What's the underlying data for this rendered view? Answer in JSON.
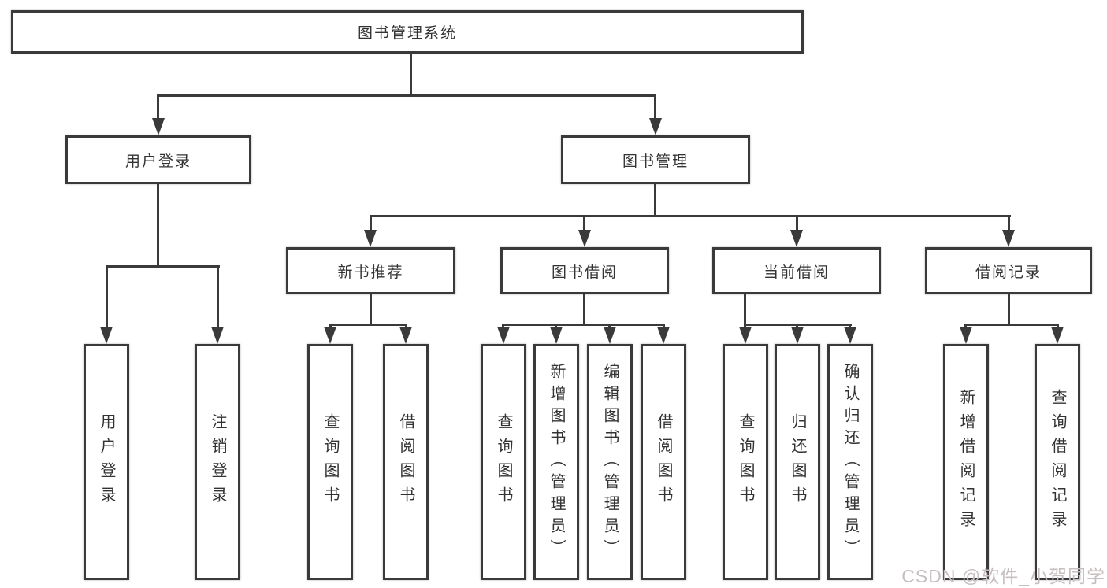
{
  "diagram": {
    "title": "图书管理系统",
    "root": {
      "label": "图书管理系统"
    },
    "level2": [
      {
        "label": "用户登录"
      },
      {
        "label": "图书管理"
      }
    ],
    "level3": [
      {
        "label": "新书推荐"
      },
      {
        "label": "图书借阅"
      },
      {
        "label": "当前借阅"
      },
      {
        "label": "借阅记录"
      }
    ],
    "leaves": {
      "user_login": [
        "用户登录",
        "注销登录"
      ],
      "new_book": [
        "查询图书",
        "借阅图书"
      ],
      "book_borrow": [
        "查询图书",
        "新增图书（管理员）",
        "编辑图书（管理员）",
        "借阅图书"
      ],
      "current_borrow": [
        "查询图书",
        "归还图书",
        "确认归还（管理员）"
      ],
      "borrow_record": [
        "新增借阅记录",
        "查询借阅记录"
      ]
    }
  },
  "watermark": {
    "text": "CSDN @软件_小贺同学",
    "color": "#c7bfbf"
  },
  "colors": {
    "line": "#3a3a3a",
    "text": "#333333",
    "background": "#ffffff",
    "watermark": "#c7bfbf"
  }
}
